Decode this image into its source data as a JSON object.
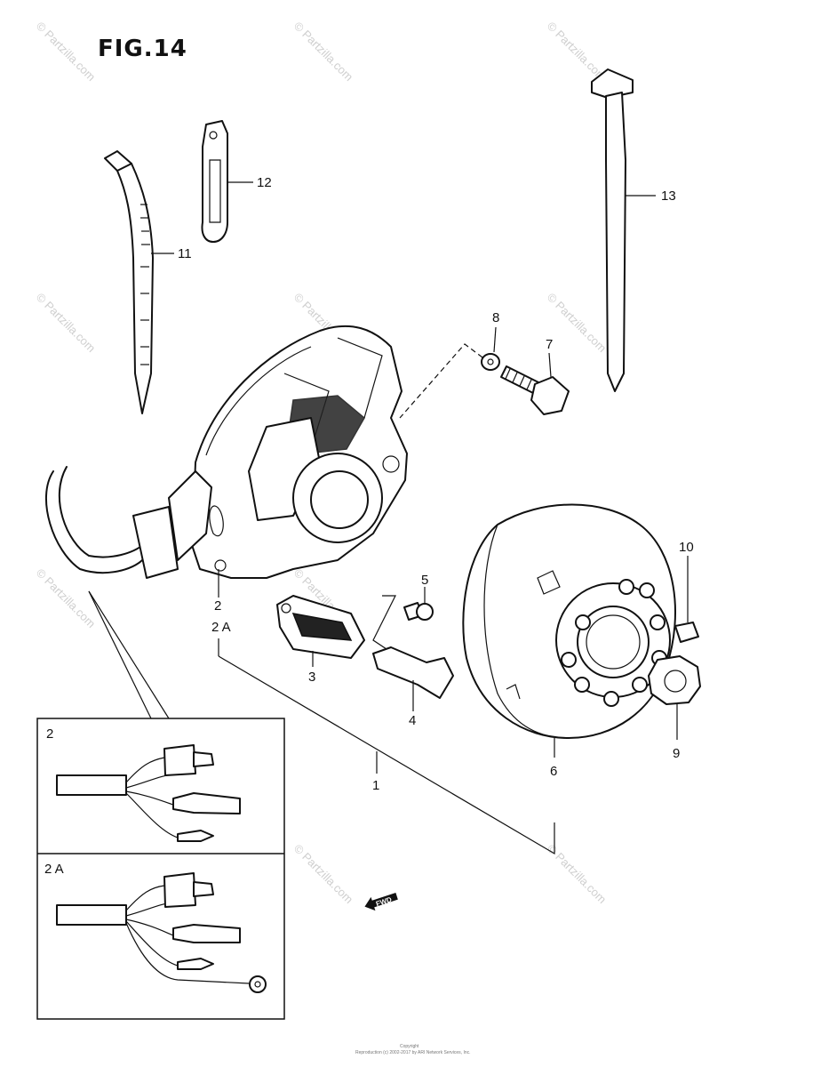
{
  "figure": {
    "title": "FIG.14"
  },
  "labels": {
    "p1": "1",
    "p2": "2",
    "p2a": "2 A",
    "p3": "3",
    "p4": "4",
    "p5": "5",
    "p6": "6",
    "p7": "7",
    "p8": "8",
    "p9": "9",
    "p10": "10",
    "p11": "11",
    "p12": "12",
    "p13": "13"
  },
  "insets": [
    {
      "label": "2"
    },
    {
      "label": "2 A"
    }
  ],
  "direction_marker": {
    "text": "FWD"
  },
  "watermark": {
    "text": "© Partzilla.com"
  },
  "footer": {
    "line1": "Copyright",
    "line2": "Reproduction (c) 2002-2017 by ARI Network Services, Inc."
  }
}
